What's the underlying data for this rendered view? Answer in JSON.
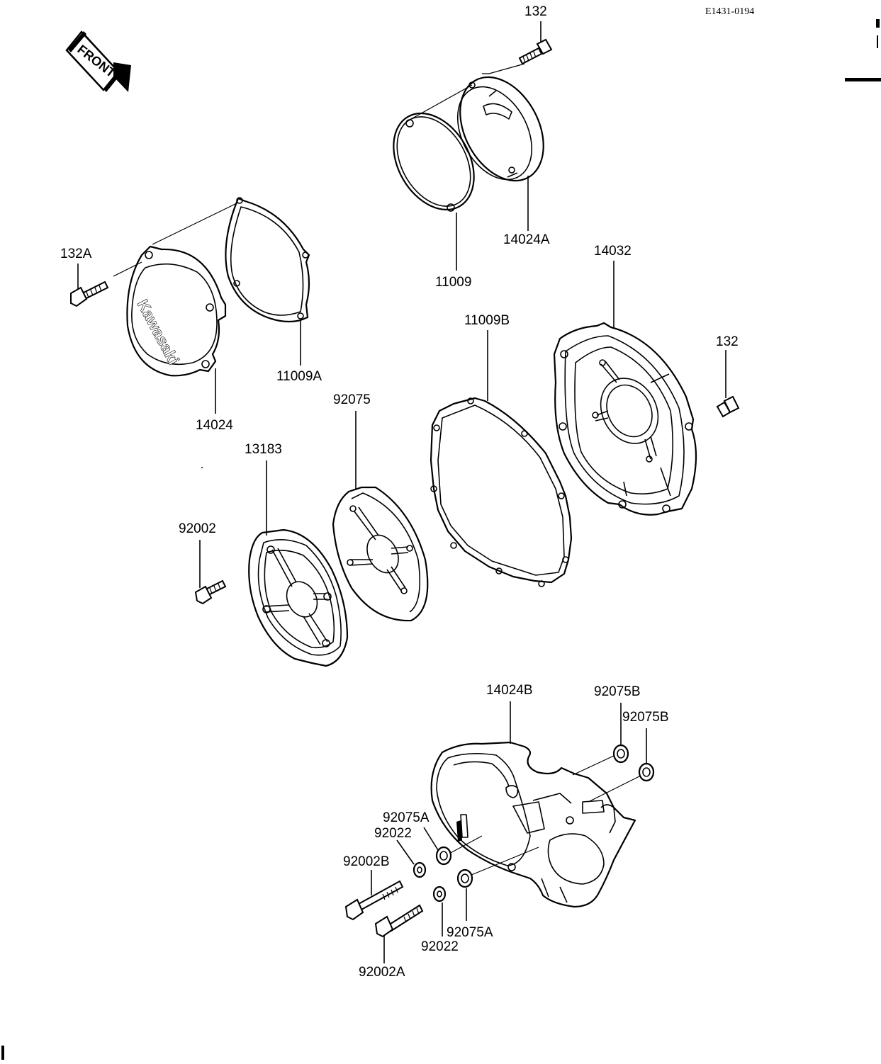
{
  "diagram_code": "E1431-0194",
  "front_arrow_label": "FRONT",
  "cover_logo_text": "Kawasaki",
  "labels": {
    "p132_top": "132",
    "p132A": "132A",
    "p14024A": "14024A",
    "p11009": "11009",
    "p14032": "14032",
    "p11009A": "11009A",
    "p14024": "14024",
    "p11009B": "11009B",
    "p132_right": "132",
    "p92075": "92075",
    "p13183": "13183",
    "p92002": "92002",
    "p14024B": "14024B",
    "p92075B_1": "92075B",
    "p92075B_2": "92075B",
    "p92075A_1": "92075A",
    "p92022_1": "92022",
    "p92002B": "92002B",
    "p92075A_2": "92075A",
    "p92022_2": "92022",
    "p92002A": "92002A"
  }
}
